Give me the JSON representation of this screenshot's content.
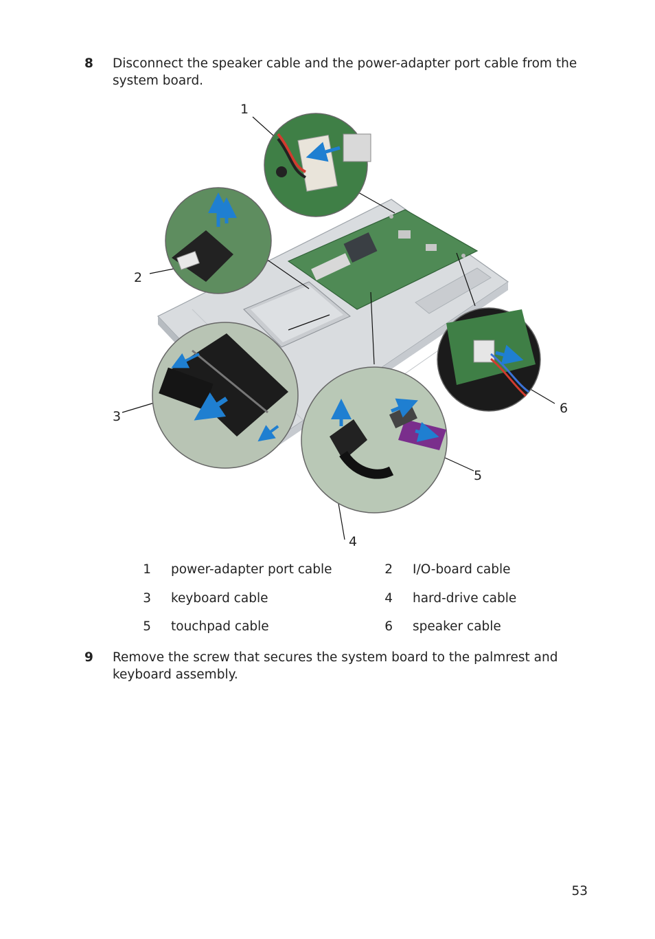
{
  "steps": [
    {
      "number": "8",
      "text": "Disconnect the speaker cable and the power-adapter port cable from the system board."
    },
    {
      "number": "9",
      "text": "Remove the screw that secures the system board to the palmrest and keyboard assembly."
    }
  ],
  "figure": {
    "callouts": [
      "1",
      "2",
      "3",
      "4",
      "5",
      "6"
    ]
  },
  "legend": [
    {
      "left": {
        "num": "1",
        "label": "power-adapter port cable"
      },
      "right": {
        "num": "2",
        "label": "I/O-board cable"
      }
    },
    {
      "left": {
        "num": "3",
        "label": "keyboard cable"
      },
      "right": {
        "num": "4",
        "label": "hard-drive cable"
      }
    },
    {
      "left": {
        "num": "5",
        "label": "touchpad cable"
      },
      "right": {
        "num": "6",
        "label": "speaker cable"
      }
    }
  ],
  "page_number": "53",
  "colors": {
    "board_green": "#4f8a55",
    "arrow_blue": "#1f7fd1",
    "cable_purple": "#7a2e8c"
  }
}
